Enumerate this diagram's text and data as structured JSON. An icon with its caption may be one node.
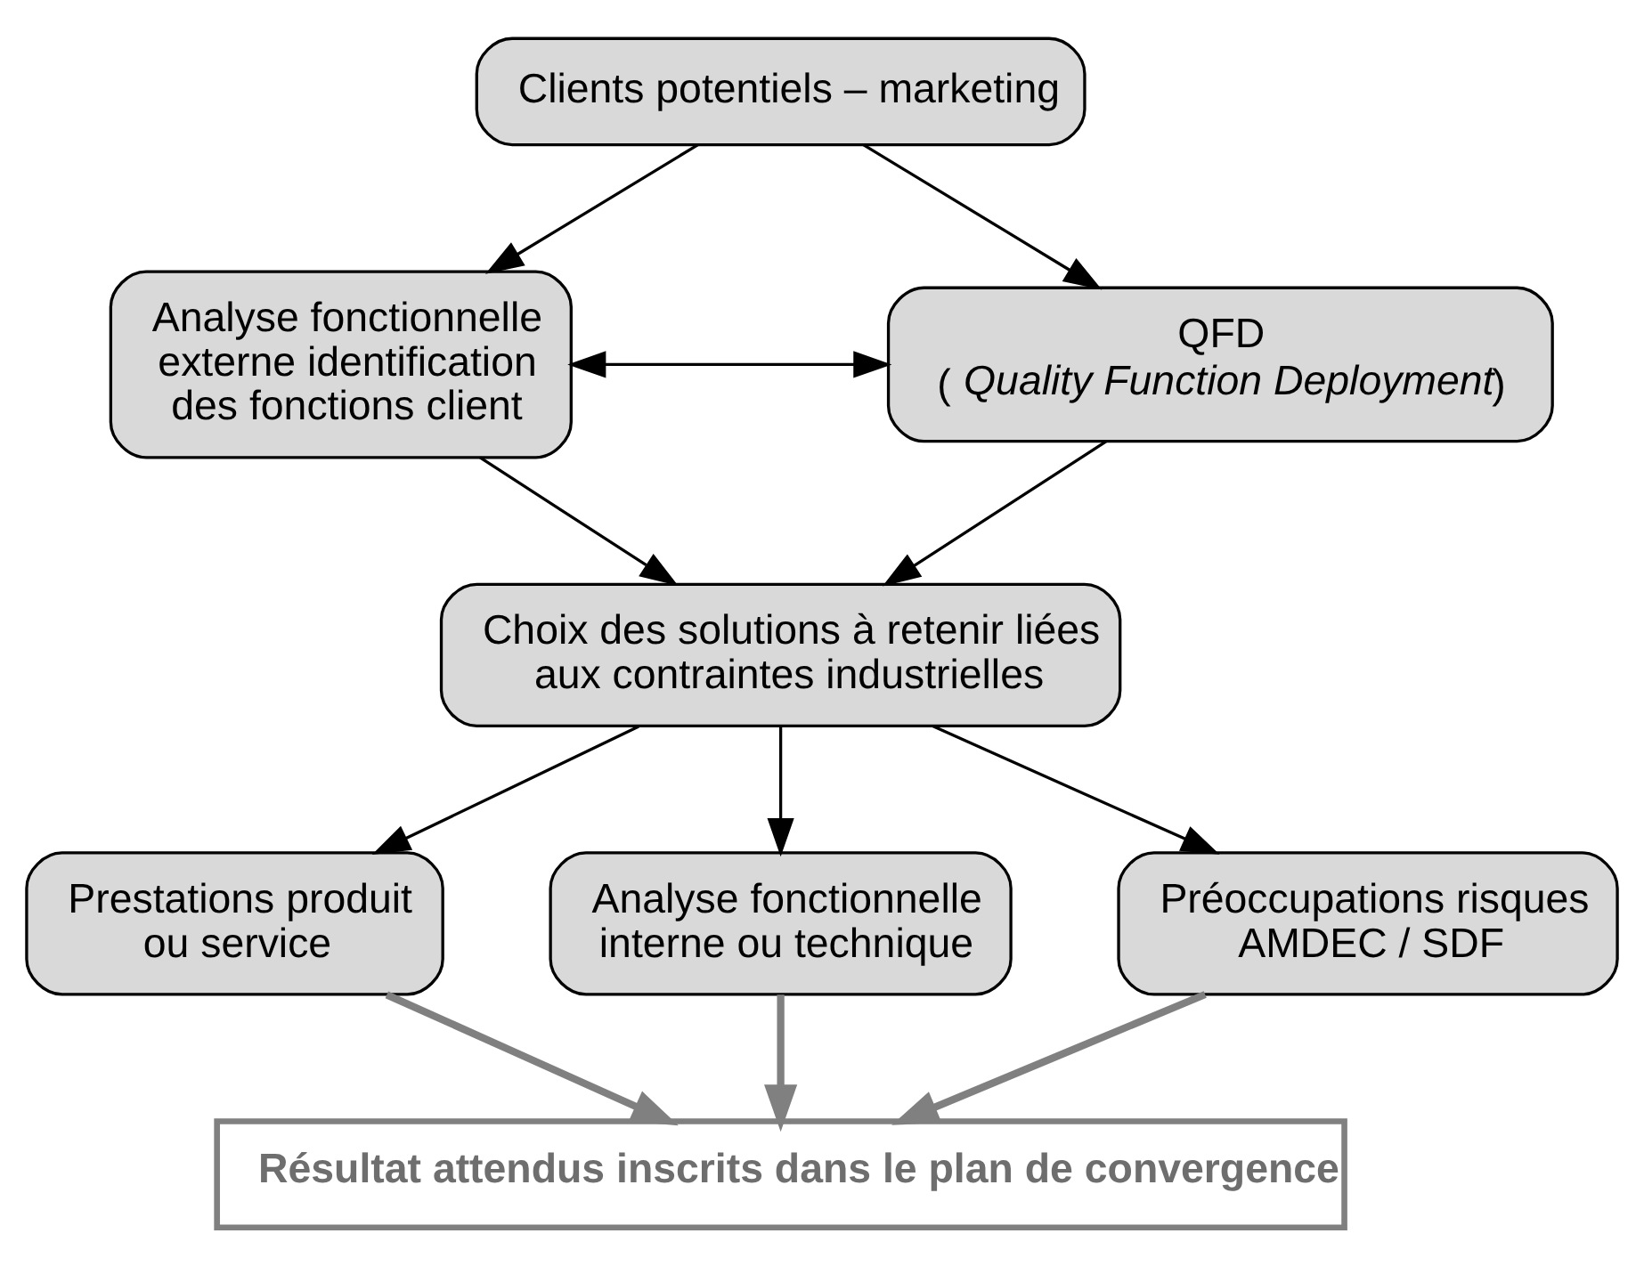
{
  "diagram": {
    "nodes": [
      {
        "text": [
          "Clients potentiels – marketing"
        ]
      },
      {
        "text": [
          "Analyse fonctionnelle externe identification des fonctions client"
        ]
      },
      {
        "text": [
          "QFD",
          "(*Quality Function Deployment*)"
        ]
      },
      {
        "text": [
          "Choix des solutions à retenir liées aux contraintes industrielles"
        ]
      },
      {
        "text": [
          "Prestations produit ou service"
        ]
      },
      {
        "text": [
          "Analyse fonctionnelle interne ou technique"
        ]
      },
      {
        "text": [
          "Préoccupations risques AMDEC / SDF"
        ]
      },
      {
        "text": [
          "Résultat attendus inscrits dans le plan de convergence"
        ]
      }
    ],
    "edges": [
      {
        "from": 0,
        "to": 1,
        "arrow": "to"
      },
      {
        "from": 0,
        "to": 2,
        "arrow": "to"
      },
      {
        "from": 1,
        "to": 2,
        "arrow": "both"
      },
      {
        "from": 1,
        "to": 3,
        "arrow": "to"
      },
      {
        "from": 2,
        "to": 3,
        "arrow": "to"
      },
      {
        "from": 3,
        "to": 4,
        "arrow": "to"
      },
      {
        "from": 3,
        "to": 5,
        "arrow": "to"
      },
      {
        "from": 3,
        "to": 6,
        "arrow": "to"
      },
      {
        "from": 4,
        "to": 7,
        "arrow": "to",
        "style": "thick",
        "color": "#808080"
      },
      {
        "from": 5,
        "to": 7,
        "arrow": "to",
        "style": "thick",
        "color": "#808080"
      },
      {
        "from": 6,
        "to": 7,
        "arrow": "to",
        "style": "thick",
        "color": "#808080"
      }
    ]
  }
}
